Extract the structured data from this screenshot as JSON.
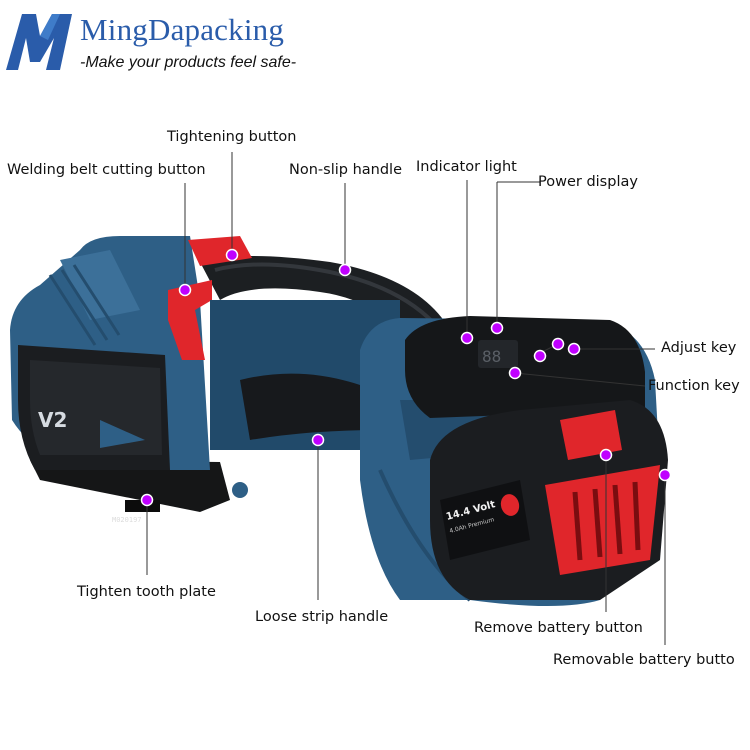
{
  "brand": {
    "name": "MingDapacking",
    "tagline": "-Make your products feel safe-",
    "logo_color": "#2a5caa"
  },
  "device": {
    "module_label": "V2",
    "battery_label": "14.4 Volt",
    "battery_sublabel": "4.0Ah Premium",
    "serial": "M020197"
  },
  "callouts": [
    {
      "id": "tightening-button",
      "label": "Tightening button"
    },
    {
      "id": "welding-belt-cutting-button",
      "label": "Welding belt cutting button"
    },
    {
      "id": "non-slip-handle",
      "label": "Non-slip handle"
    },
    {
      "id": "indicator-light",
      "label": "Indicator light"
    },
    {
      "id": "power-display",
      "label": "Power display"
    },
    {
      "id": "adjust-key",
      "label": "Adjust key"
    },
    {
      "id": "function-key",
      "label": "Function key"
    },
    {
      "id": "tighten-tooth-plate",
      "label": "Tighten tooth plate"
    },
    {
      "id": "loose-strip-handle",
      "label": "Loose strip handle"
    },
    {
      "id": "remove-battery-button",
      "label": "Remove battery button"
    },
    {
      "id": "removable-battery-button",
      "label": "Removable battery butto"
    }
  ],
  "colors": {
    "body_blue": "#2e5f86",
    "accent_red": "#e0262b",
    "marker_magenta": "#c000ff",
    "grip_black": "#1c1f22"
  }
}
